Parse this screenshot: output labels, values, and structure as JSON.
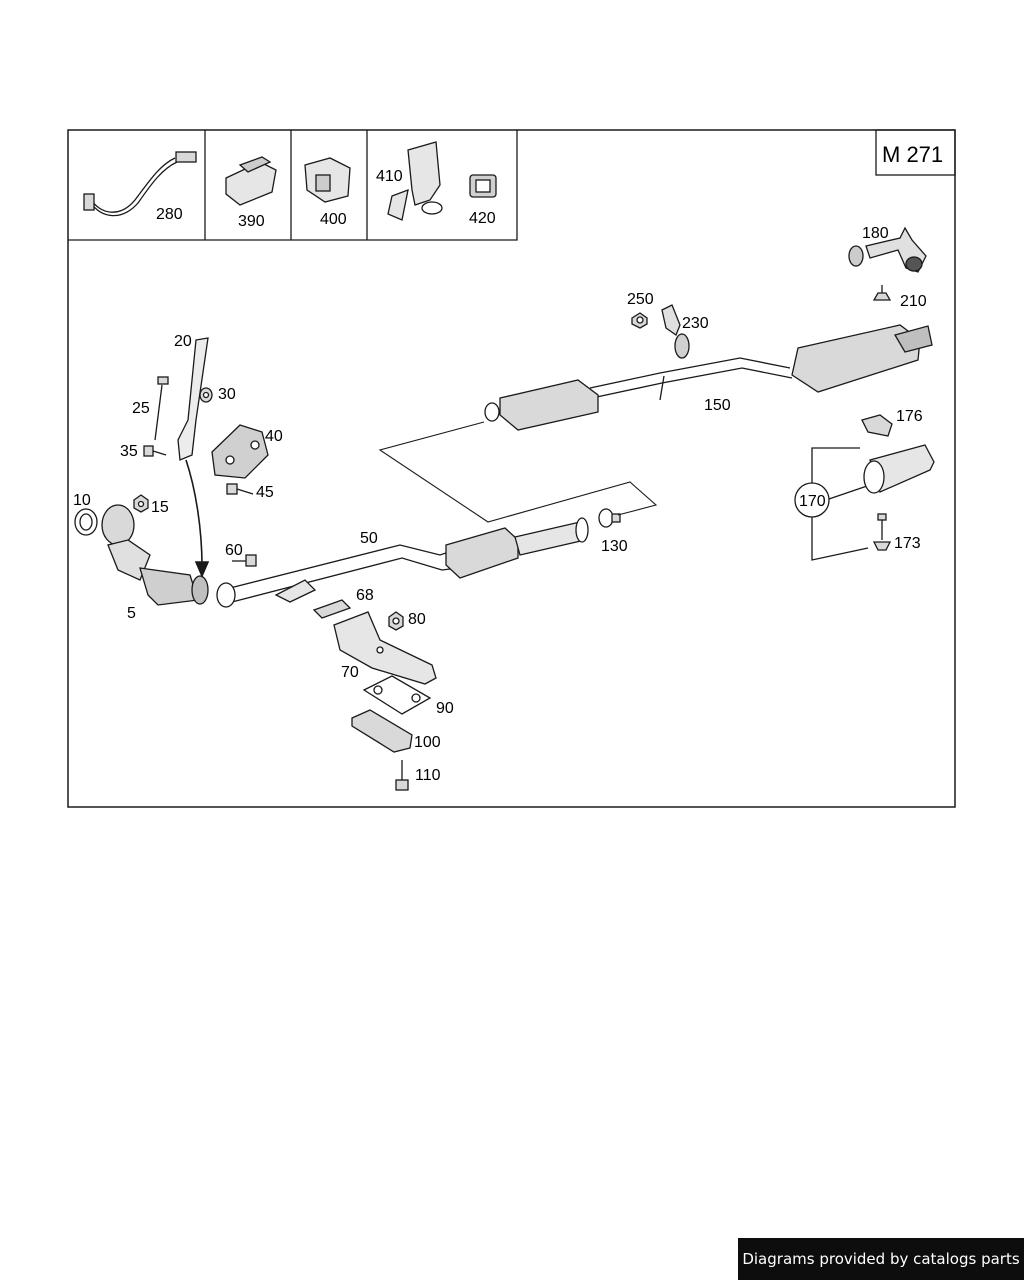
{
  "diagram": {
    "model_code": "M 271",
    "labels": {
      "p280": "280",
      "p390": "390",
      "p400": "400",
      "p410": "410",
      "p420": "420",
      "p180": "180",
      "p210": "210",
      "p250": "250",
      "p230": "230",
      "p150": "150",
      "p176": "176",
      "p170": "170",
      "p173": "173",
      "p20": "20",
      "p25": "25",
      "p30": "30",
      "p40": "40",
      "p35": "35",
      "p45": "45",
      "p10": "10",
      "p15": "15",
      "p5": "5",
      "p60": "60",
      "p50": "50",
      "p68": "68",
      "p80": "80",
      "p70": "70",
      "p90": "90",
      "p100": "100",
      "p110": "110",
      "p130": "130"
    }
  },
  "footer": {
    "credit": "Diagrams provided by catalogs parts"
  },
  "colors": {
    "line": "#1a1a1a",
    "part_fill": "#d9d9d9",
    "badge_bg": "#0d0d0d"
  }
}
